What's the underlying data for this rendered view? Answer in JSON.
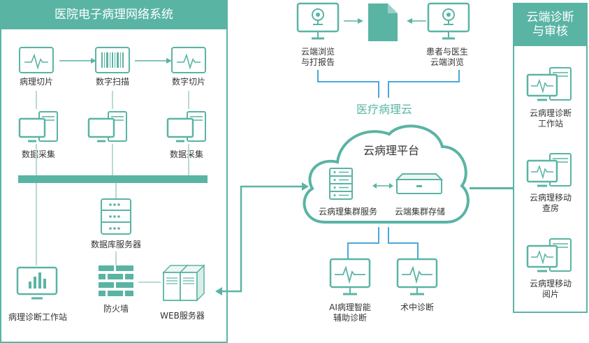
{
  "hospital_panel": {
    "title": "医院电子病理网络系统",
    "nodes": {
      "slide1": "病理切片",
      "scan": "数字扫描",
      "slide2": "数字切片",
      "collect1": "数据采集",
      "collect2": "数据采集",
      "db_server": "数据库服务器",
      "workstation": "病理诊断工作站",
      "firewall": "防火墙",
      "web_server": "WEB服务器"
    }
  },
  "top": {
    "cloud_browse_print": "云端浏览\n与打报告",
    "patient_doctor": "患者与医生\n云端浏览",
    "medical_cloud": "医疗病理云"
  },
  "cloud": {
    "title": "云病理平台",
    "cluster_service": "云病理集群服务",
    "cluster_storage": "云端集群存储"
  },
  "bottom": {
    "ai": "AI病理智能\n辅助诊断",
    "intraop": "术中诊断"
  },
  "right_panel": {
    "title": "云端诊断\n与审核",
    "items": [
      "云病理诊断\n工作站",
      "云病理移动\n查房",
      "云病理移动\n阅片"
    ]
  },
  "colors": {
    "accent": "#5ab4a4",
    "line": "#b9d9d2",
    "blue": "#4aa8d8",
    "title_text": "#ffffff"
  }
}
